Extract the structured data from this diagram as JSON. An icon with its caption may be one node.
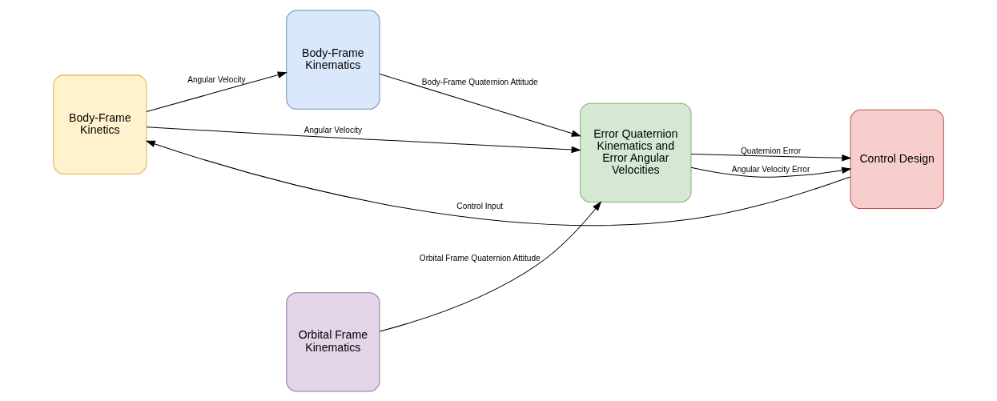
{
  "diagram": {
    "nodes": [
      {
        "text": [
          "Body-Frame Kinetics"
        ]
      },
      {
        "text": [
          "Body-Frame Kinematics"
        ]
      },
      {
        "text": [
          "Error Quaternion Kinematics and Error Angular Velocities"
        ]
      },
      {
        "text": [
          "Control Design"
        ]
      },
      {
        "text": [
          "Orbital Frame Kinematics"
        ]
      }
    ],
    "edges": [
      {
        "from": 0,
        "to": 1,
        "arrow": "to",
        "label": "Angular Velocity"
      },
      {
        "from": 0,
        "to": 2,
        "arrow": "to",
        "label": "Angular Velocity"
      },
      {
        "from": 1,
        "to": 2,
        "arrow": "to",
        "label": "Body-Frame Quaternion Attitude"
      },
      {
        "from": 4,
        "to": 2,
        "arrow": "to",
        "label": "Orbital Frame Quaternion Attitude"
      },
      {
        "from": 2,
        "to": 3,
        "arrow": "to",
        "label": "Quaternion Error"
      },
      {
        "from": 2,
        "to": 3,
        "arrow": "to",
        "label": "Angular Velocity Error"
      },
      {
        "from": 3,
        "to": 0,
        "arrow": "to",
        "label": "Control Input"
      }
    ]
  }
}
